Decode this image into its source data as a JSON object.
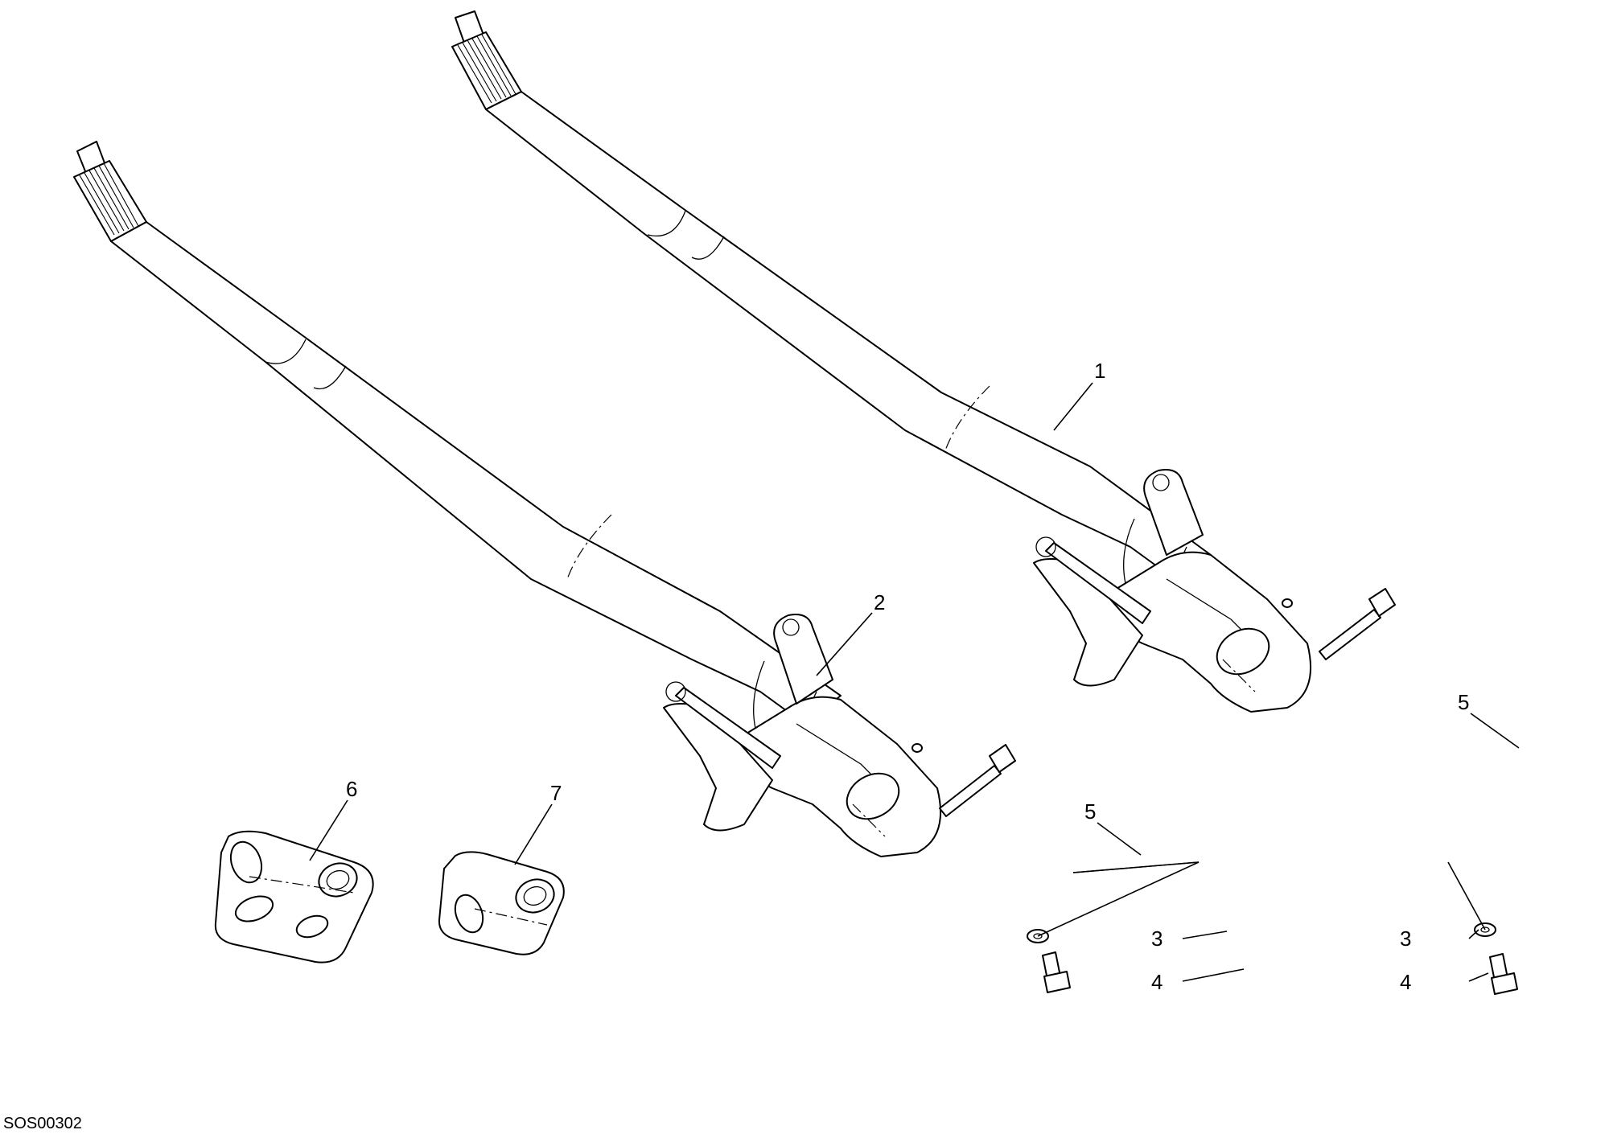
{
  "drawing_code": "SOS00302",
  "callouts": {
    "c1": "1",
    "c2": "2",
    "c3a": "3",
    "c3b": "3",
    "c4a": "4",
    "c4b": "4",
    "c5a": "5",
    "c5b": "5",
    "c6": "6",
    "c7": "7"
  },
  "colors": {
    "line": "#000000",
    "background": "#ffffff"
  }
}
